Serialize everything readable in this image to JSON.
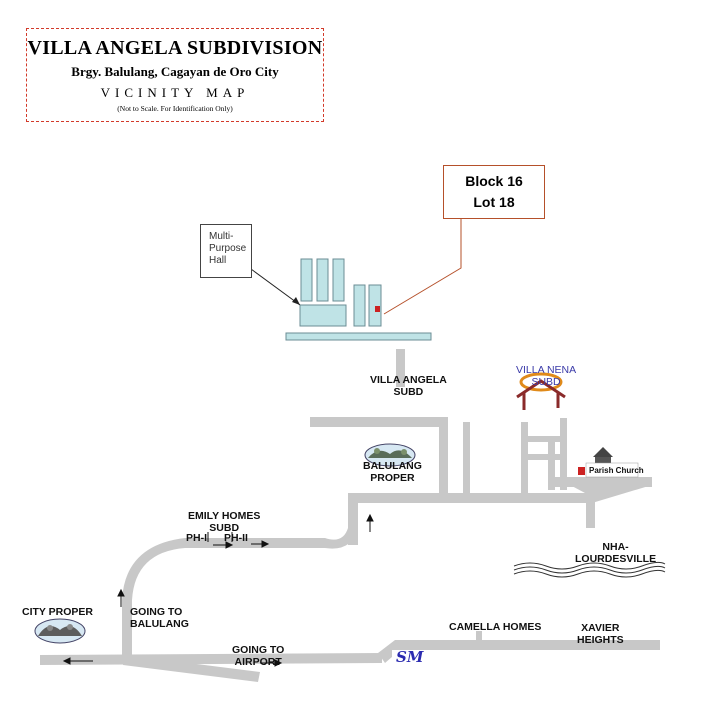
{
  "title_box": {
    "title": "VILLA ANGELA SUBDIVISION",
    "location": "Brgy. Balulang,  Cagayan de Oro City",
    "subtitle": "VICINITY MAP",
    "note": "(Not  to Scale. For Identification Only)"
  },
  "callout_lot": {
    "line1": "Block 16",
    "line2": "Lot 18"
  },
  "callout_hall": {
    "line1": "Multi-",
    "line2": "Purpose",
    "line3": "Hall"
  },
  "labels": {
    "villa_angela": {
      "line1": "VILLA ANGELA",
      "line2": "SUBD"
    },
    "villa_nena": {
      "line1": "VILLA NENA",
      "line2": "SUBD"
    },
    "balulang_proper": {
      "line1": "BALULANG",
      "line2": "PROPER"
    },
    "parish_church": "Parish Church",
    "emily_homes": {
      "line1": "EMILY HOMES",
      "line2": "SUBD"
    },
    "ph1": "PH-I",
    "ph2": "PH-II",
    "nha": {
      "line1": "NHA-",
      "line2": "LOURDESVILLE"
    },
    "city_proper": "CITY PROPER",
    "going_balulang": {
      "line1": "GOING TO",
      "line2": "BALULANG"
    },
    "going_airport": {
      "line1": "GOING TO",
      "line2": "AIRPORT"
    },
    "camella": "CAMELLA HOMES",
    "xavier": {
      "line1": "XAVIER",
      "line2": "HEIGHTS"
    },
    "sm_logo": "SM"
  },
  "colors": {
    "road": "#c8c8c8",
    "block_fill": "#bfe3e6",
    "block_stroke": "#6b8d94",
    "lot_marker": "#cc2222",
    "callout_line": "#b5502a",
    "title_border": "#d23a2a",
    "sm_blue": "#2b2bb0",
    "villa_nena_orange": "#e08a1a",
    "villa_nena_roof": "#8a2a2a"
  },
  "icons": [
    "village-photo-icon",
    "church-icon",
    "villa-nena-logo-icon",
    "sm-logo-icon",
    "direction-arrow-icon",
    "river-icon"
  ]
}
